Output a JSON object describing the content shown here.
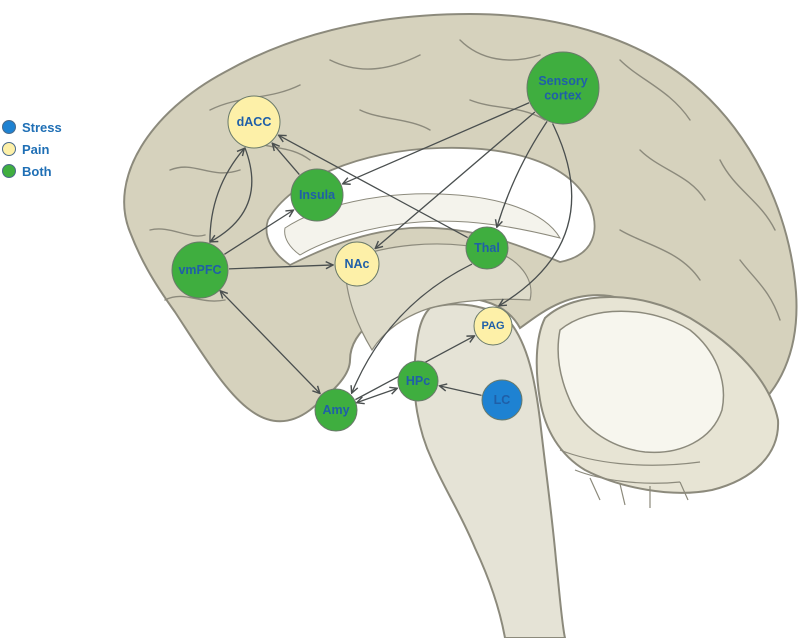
{
  "legend": [
    {
      "label": "Stress",
      "color": "#1e82d2"
    },
    {
      "label": "Pain",
      "color": "#fdf0a8"
    },
    {
      "label": "Both",
      "color": "#3fae3f"
    }
  ],
  "colors": {
    "both": "#3fae3f",
    "pain": "#fdf0a8",
    "stress": "#1e82d2",
    "label": "#1f5fa8",
    "brain_fill": "#d6d2bd",
    "brain_line": "#8c8a7c",
    "arrow": "#4a4f4f"
  },
  "nodes": [
    {
      "id": "sensory",
      "lines": [
        "Sensory",
        "cortex"
      ],
      "type": "both"
    },
    {
      "id": "dacc",
      "lines": [
        "dACC"
      ],
      "type": "pain"
    },
    {
      "id": "insula",
      "lines": [
        "Insula"
      ],
      "type": "both"
    },
    {
      "id": "vmpfc",
      "lines": [
        "vmPFC"
      ],
      "type": "both"
    },
    {
      "id": "nac",
      "lines": [
        "NAc"
      ],
      "type": "pain"
    },
    {
      "id": "thal",
      "lines": [
        "Thal"
      ],
      "type": "both"
    },
    {
      "id": "pag",
      "lines": [
        "PAG"
      ],
      "type": "pain"
    },
    {
      "id": "hpc",
      "lines": [
        "HPc"
      ],
      "type": "both"
    },
    {
      "id": "amy",
      "lines": [
        "Amy"
      ],
      "type": "both"
    },
    {
      "id": "lc",
      "lines": [
        "LC"
      ],
      "type": "stress"
    }
  ],
  "edges": [
    {
      "from": "sensory",
      "to": "insula"
    },
    {
      "from": "sensory",
      "to": "nac"
    },
    {
      "from": "sensory",
      "to": "thal"
    },
    {
      "from": "sensory",
      "to": "pag"
    },
    {
      "from": "insula",
      "to": "dacc"
    },
    {
      "from": "thal",
      "to": "dacc"
    },
    {
      "from": "dacc",
      "to": "vmpfc"
    },
    {
      "from": "vmpfc",
      "to": "dacc"
    },
    {
      "from": "vmpfc",
      "to": "insula"
    },
    {
      "from": "vmpfc",
      "to": "nac"
    },
    {
      "from": "thal",
      "to": "amy"
    },
    {
      "from": "vmpfc",
      "to": "amy",
      "both": true
    },
    {
      "from": "amy",
      "to": "pag"
    },
    {
      "from": "amy",
      "to": "hpc",
      "both": true
    },
    {
      "from": "lc",
      "to": "hpc"
    }
  ]
}
